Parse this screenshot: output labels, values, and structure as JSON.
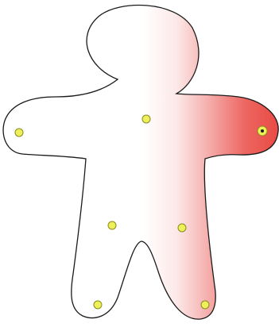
{
  "figure": {
    "outline_color": "#1a1a1a",
    "fill_color": "#ffffff",
    "weight_color": "#e8403a",
    "point_fill": "#eef05a",
    "point_stroke": "#8a8a1e",
    "selected_point_center": "#1a1a1a",
    "control_points": [
      {
        "id": "left-hand",
        "selected": false
      },
      {
        "id": "chest",
        "selected": false
      },
      {
        "id": "right-hand",
        "selected": true
      },
      {
        "id": "left-hip",
        "selected": false
      },
      {
        "id": "right-hip",
        "selected": false
      },
      {
        "id": "left-foot",
        "selected": false
      },
      {
        "id": "right-foot",
        "selected": false
      }
    ]
  }
}
